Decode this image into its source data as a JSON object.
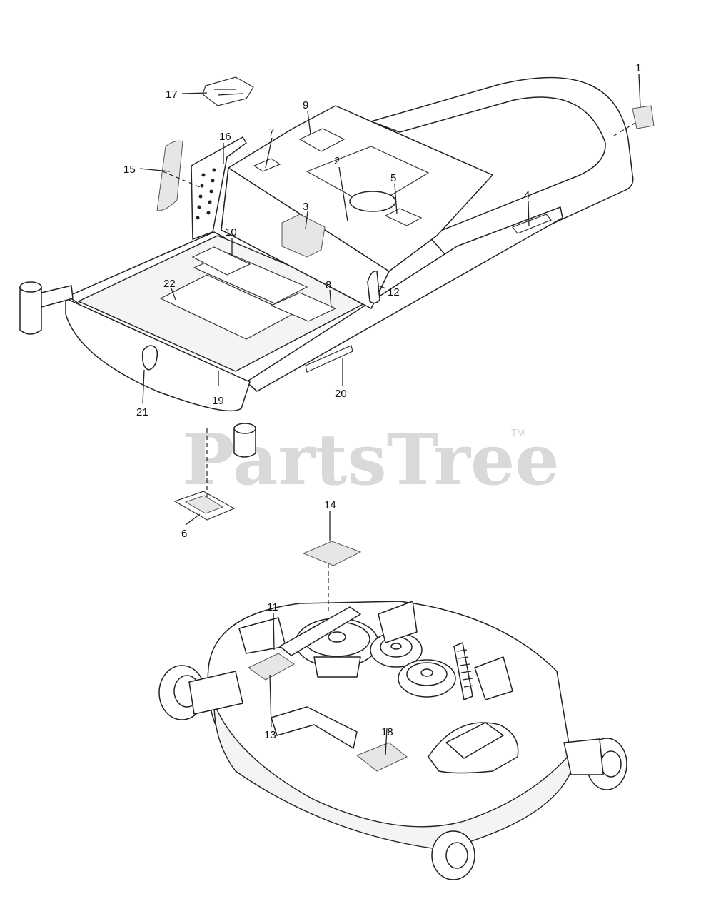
{
  "watermark": {
    "text": "PartsTree",
    "trademark": "TM"
  },
  "callouts": [
    {
      "id": "c1",
      "text": "1"
    },
    {
      "id": "c2",
      "text": "2"
    },
    {
      "id": "c3",
      "text": "3"
    },
    {
      "id": "c4",
      "text": "4"
    },
    {
      "id": "c5",
      "text": "5"
    },
    {
      "id": "c6",
      "text": "6"
    },
    {
      "id": "c7",
      "text": "7"
    },
    {
      "id": "c8",
      "text": "8"
    },
    {
      "id": "c9",
      "text": "9"
    },
    {
      "id": "c10",
      "text": "10"
    },
    {
      "id": "c11",
      "text": "11"
    },
    {
      "id": "c12",
      "text": "12"
    },
    {
      "id": "c13",
      "text": "13"
    },
    {
      "id": "c14",
      "text": "14"
    },
    {
      "id": "c15",
      "text": "15"
    },
    {
      "id": "c16",
      "text": "16"
    },
    {
      "id": "c17",
      "text": "17"
    },
    {
      "id": "c18",
      "text": "18"
    },
    {
      "id": "c19",
      "text": "19"
    },
    {
      "id": "c20",
      "text": "20"
    },
    {
      "id": "c21",
      "text": "21"
    },
    {
      "id": "c22",
      "text": "22"
    }
  ]
}
